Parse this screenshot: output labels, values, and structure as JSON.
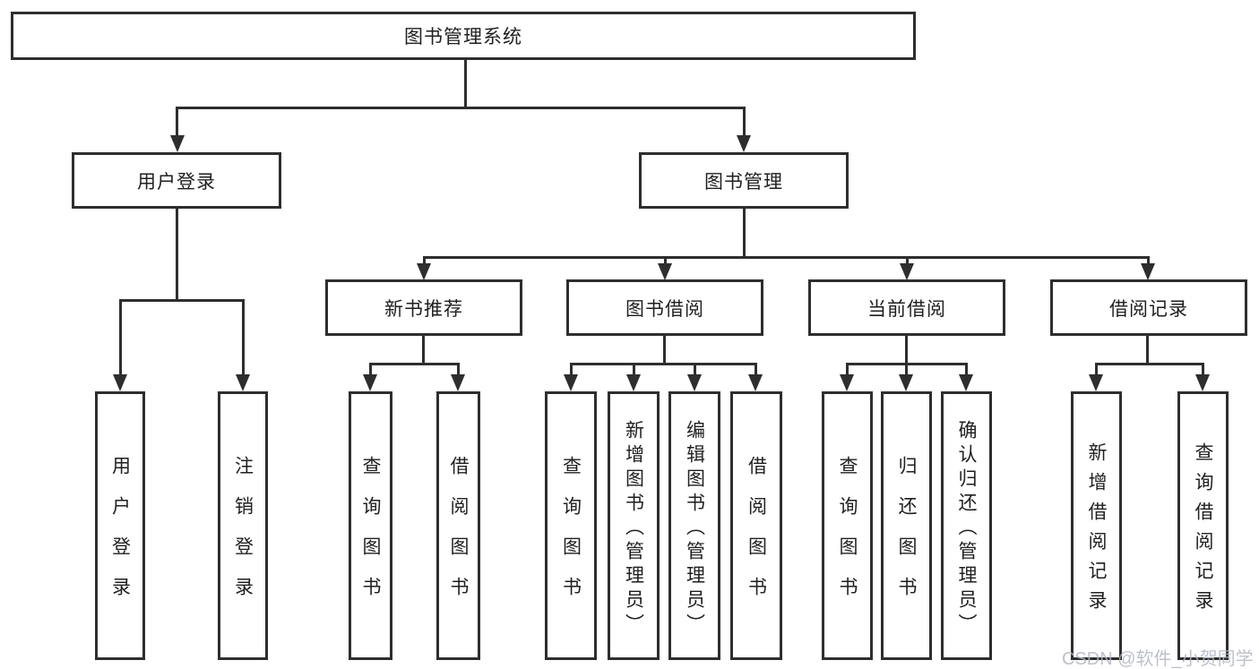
{
  "diagram": {
    "title": "图书管理系统",
    "level2": [
      "用户登录",
      "图书管理"
    ],
    "level3": [
      "新书推荐",
      "图书借阅",
      "当前借阅",
      "借阅记录"
    ],
    "leaves": {
      "user_login": [
        "用户登录",
        "注销登录"
      ],
      "new_book_recommendation": [
        "查询图书",
        "借阅图书"
      ],
      "book_borrowing": [
        "查询图书",
        "新增图书（管理员）",
        "编辑图书（管理员）",
        "借阅图书"
      ],
      "current_borrowing": [
        "查询图书",
        "归还图书",
        "确认归还（管理员）"
      ],
      "borrowing_records": [
        "新增借阅记录",
        "查询借阅记录"
      ]
    }
  },
  "watermark": "CSDN @软件_小贺同学",
  "colors": {
    "line": "#2e2e2e",
    "text": "#1f1f1f",
    "background": "#ffffff",
    "watermark": "#b3b7c2"
  }
}
